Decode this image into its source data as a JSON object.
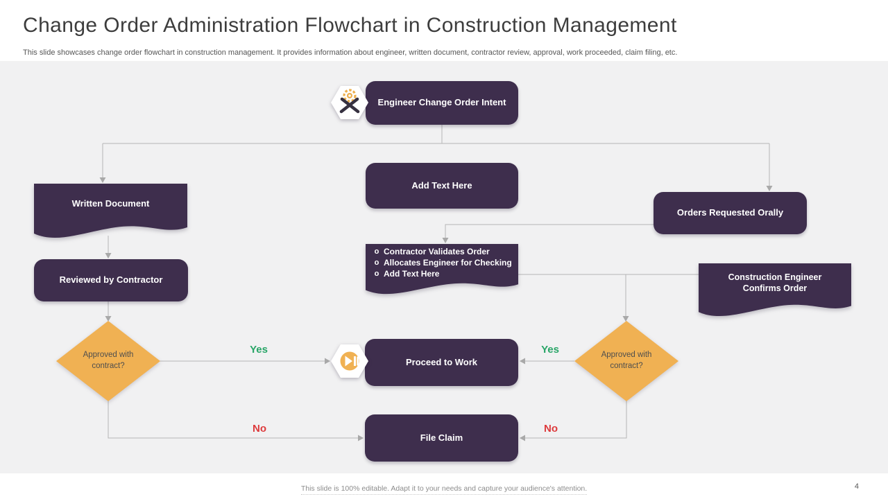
{
  "slide": {
    "title": "Change Order Administration Flowchart in Construction Management",
    "subtitle": "This slide showcases change order flowchart in construction management. It provides information about engineer, written document, contractor review, approval, work proceeded, claim filing, etc.",
    "footer_note": "This slide is 100% editable.  Adapt it to your needs and capture your audience's attention.",
    "page_number": "4"
  },
  "flowchart": {
    "engineer_intent": {
      "label": "Engineer Change Order Intent"
    },
    "add_text": {
      "label": "Add Text Here"
    },
    "written_document": {
      "label": "Written Document"
    },
    "orders_oral": {
      "label": "Orders Requested Orally"
    },
    "reviewed_contractor": {
      "label": "Reviewed by Contractor"
    },
    "contractor_validates": {
      "marker": "o",
      "bullets": [
        "Contractor Validates Order",
        "Allocates Engineer for Checking",
        "Add Text Here"
      ]
    },
    "construction_engineer": {
      "label": "Construction Engineer Confirms Order"
    },
    "decision_left": {
      "line1": "Approved with",
      "line2": "contract?"
    },
    "decision_right": {
      "line1": "Approved with",
      "line2": "contract?"
    },
    "proceed_to_work": {
      "label": "Proceed to Work"
    },
    "file_claim": {
      "label": "File Claim"
    },
    "branch_labels": {
      "yes_left": "Yes",
      "no_left": "No",
      "yes_right": "Yes",
      "no_right": "No"
    }
  },
  "icons": {
    "engineer_badge": "gear-and-tools-icon",
    "proceed_badge": "play-pause-icon"
  },
  "colors": {
    "node_purple": "#3E2E4D",
    "decision_yellow": "#F0B153",
    "yes_green": "#28A567",
    "no_red": "#DD3A3C",
    "connector_gray": "#B5B5B5",
    "canvas_background": "#F1F1F2"
  }
}
